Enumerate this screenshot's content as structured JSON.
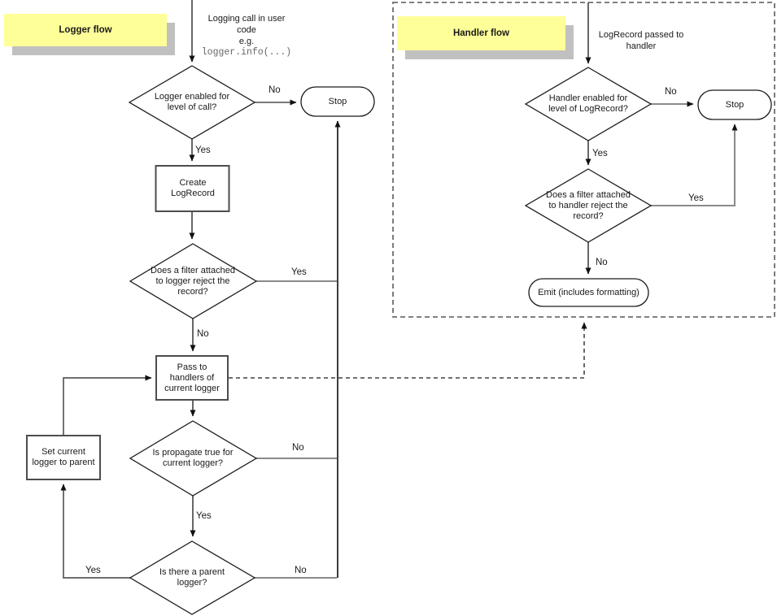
{
  "edge": {
    "yes": "Yes",
    "no": "No"
  },
  "logger_flow": {
    "title": "Logger flow",
    "entry_line": "Logging call in user code",
    "entry_eg": "e.g.",
    "entry_code": "logger.info(...)",
    "decision_level": "Logger enabled for level of call?",
    "stop": "Stop",
    "create_record": "Create LogRecord",
    "decision_filter": "Does a filter attached to logger reject the record?",
    "pass_to_handlers": "Pass to handlers of current logger",
    "decision_propagate": "Is propagate true for current logger?",
    "set_current_parent": "Set current logger to parent",
    "decision_parent": "Is there a parent logger?"
  },
  "handler_flow": {
    "title": "Handler flow",
    "entry_line": "LogRecord passed to handler",
    "decision_level": "Handler enabled for level of LogRecord?",
    "stop": "Stop",
    "decision_filter": "Does a filter attached to handler reject the record?",
    "emit": "Emit (includes formatting)"
  },
  "colors": {
    "note_background": "#ffff99",
    "note_shadow": "#c0c0c0",
    "connector": "#4d4d4d",
    "shape_stroke": "#1a1a1a"
  }
}
